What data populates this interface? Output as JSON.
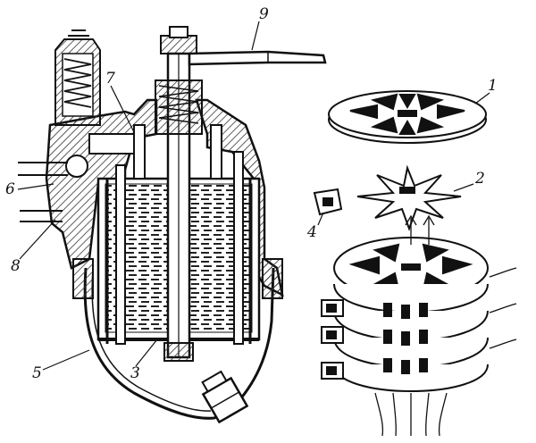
{
  "callouts": {
    "c1": "1",
    "c2": "2",
    "c3": "3",
    "c4": "4",
    "c5": "5",
    "c6": "6",
    "c7": "7",
    "c8": "8",
    "c9": "9"
  },
  "colors": {
    "ink": "#111111",
    "paper": "#ffffff",
    "hatch": "#444444"
  }
}
